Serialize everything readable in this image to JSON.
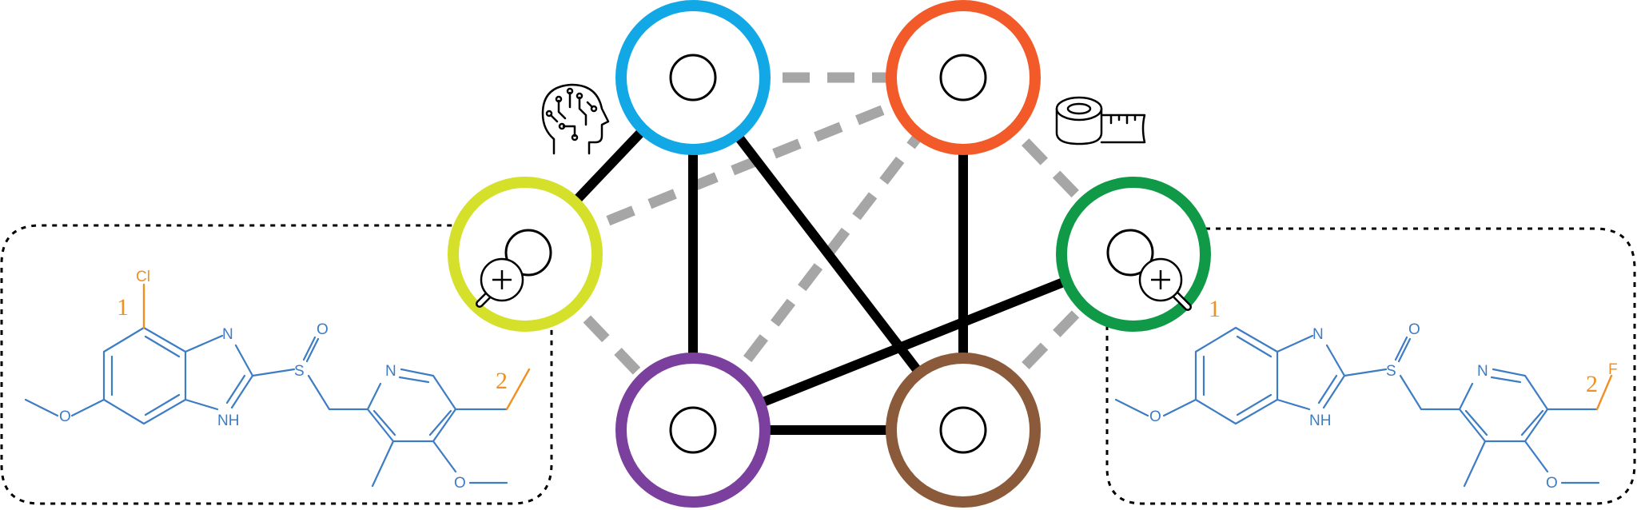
{
  "graph": {
    "nodes": [
      {
        "id": "blue",
        "color": "#12a8e6"
      },
      {
        "id": "orange",
        "color": "#f25a29"
      },
      {
        "id": "yellow",
        "color": "#d5e02a"
      },
      {
        "id": "green",
        "color": "#109a48"
      },
      {
        "id": "purple",
        "color": "#7b3f9d"
      },
      {
        "id": "brown",
        "color": "#8b5a3a"
      }
    ],
    "solid_edges": [
      [
        "blue",
        "yellow"
      ],
      [
        "blue",
        "purple"
      ],
      [
        "blue",
        "brown"
      ],
      [
        "orange",
        "brown"
      ],
      [
        "purple",
        "brown"
      ],
      [
        "purple",
        "green"
      ]
    ],
    "dashed_edges": [
      [
        "blue",
        "orange"
      ],
      [
        "yellow",
        "orange"
      ],
      [
        "yellow",
        "purple"
      ],
      [
        "purple",
        "orange"
      ],
      [
        "orange",
        "green"
      ],
      [
        "brown",
        "green"
      ]
    ],
    "edge_colors": {
      "solid": "#000000",
      "dashed": "#a6a6a6"
    }
  },
  "icons": {
    "brain": "brain-circuit-icon",
    "measure": "measuring-tape-icon",
    "magnifier": "zoom-in-magnifier-icon"
  },
  "left_molecule": {
    "atoms": {
      "cl": "Cl",
      "n_top": "N",
      "nh": "NH",
      "s": "S",
      "o_s": "O",
      "n_pyr": "N",
      "o_methoxy_ring": "O",
      "o_methoxy_pyr": "O"
    },
    "site_labels": {
      "site1": "1",
      "site2": "2"
    },
    "colors": {
      "molecule": "#3e7cc4",
      "highlight": "#f09023"
    }
  },
  "right_molecule": {
    "atoms": {
      "f": "F",
      "n_top": "N",
      "nh": "NH",
      "s": "S",
      "o_s": "O",
      "n_pyr": "N",
      "o_methoxy_ring": "O",
      "o_methoxy_pyr": "O"
    },
    "site_labels": {
      "site1": "1",
      "site2": "2"
    },
    "colors": {
      "molecule": "#3e7cc4",
      "highlight": "#f09023"
    }
  }
}
